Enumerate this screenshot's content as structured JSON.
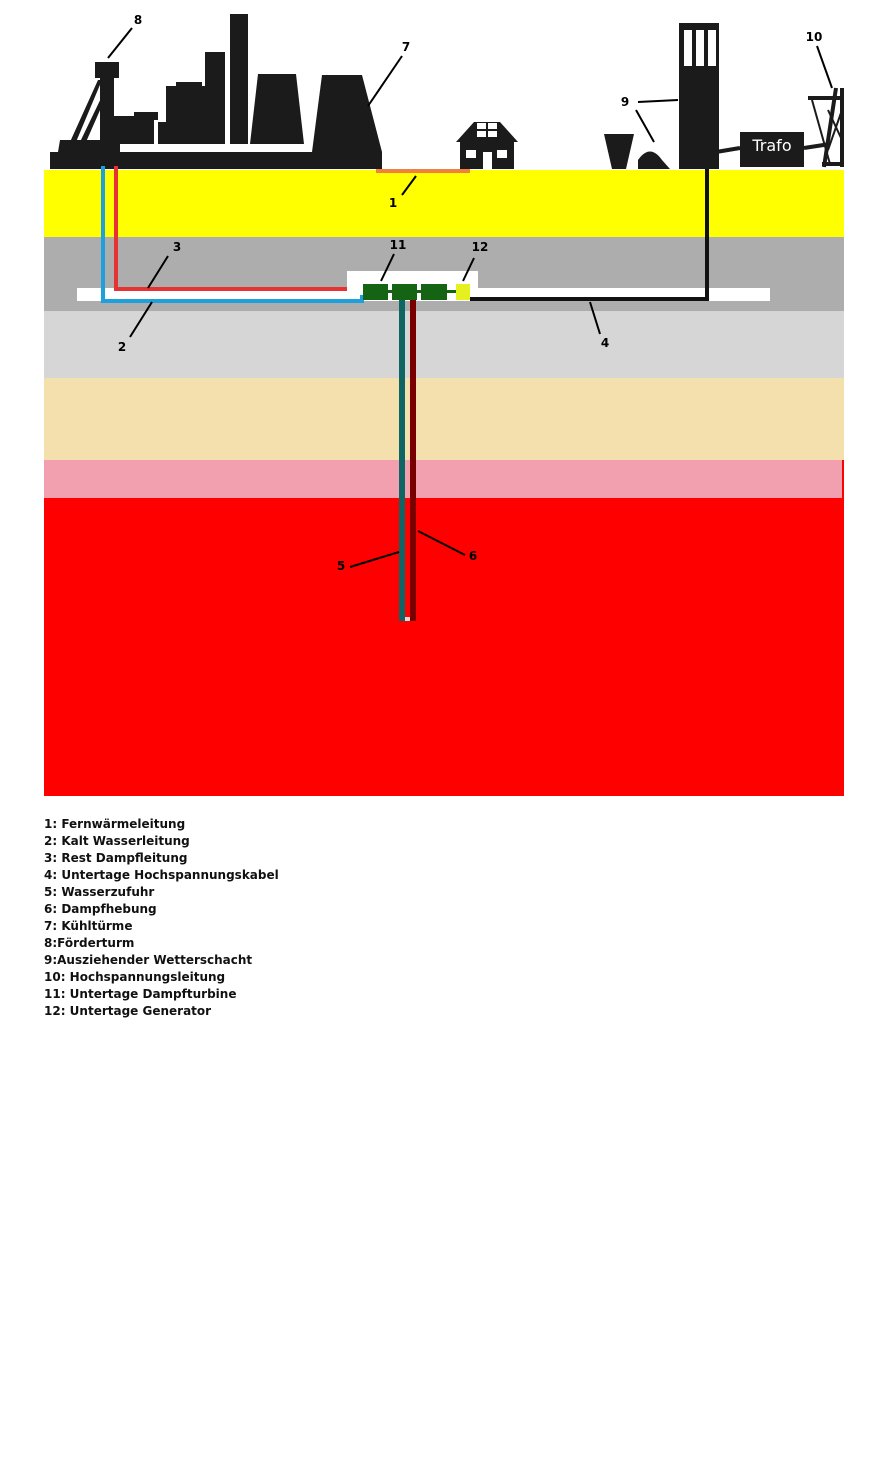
{
  "colors": {
    "soil_yellow": "#ffff00",
    "rock_dark_gray": "#adadad",
    "rock_light_gray": "#d6d6d6",
    "sand": "#f3e0ac",
    "pink": "#f29faf",
    "hot_red": "#ff0000",
    "cold_water_blue": "#1ea0dc",
    "steam_red": "#e53333",
    "district_heating_orange": "#f08040",
    "water_supply_teal": "#0f6464",
    "steam_lift_darkred": "#7a0000",
    "turbine_green": "#146414",
    "generator_yellow": "#e6f01e",
    "silhouette": "#1b1b1b"
  },
  "icons": {
    "industry": "industrial-skyline-icon",
    "house": "house-icon",
    "shaft_tower": "ventilation-shaft-tower-icon",
    "transformer": "transformer-icon",
    "pylon": "power-pylon-icon"
  },
  "diagram": {
    "trafo_label": "Trafo",
    "callouts": {
      "c1": "1",
      "c2": "2",
      "c3": "3",
      "c4": "4",
      "c5": "5",
      "c6": "6",
      "c7": "7",
      "c8": "8",
      "c9": "9",
      "c10": "10",
      "c11": "11",
      "c12": "12"
    }
  },
  "legend": [
    "1: Fernwärmeleitung",
    "2: Kalt Wasserleitung",
    "3: Rest Dampfleitung",
    "4: Untertage Hochspannungskabel",
    "5: Wasserzufuhr",
    "6: Dampfhebung",
    "7: Kühltürme",
    "8:Förderturm",
    "9:Ausziehender Wetterschacht",
    "10: Hochspannungsleitung",
    "11: Untertage Dampfturbine",
    "12: Untertage Generator"
  ]
}
